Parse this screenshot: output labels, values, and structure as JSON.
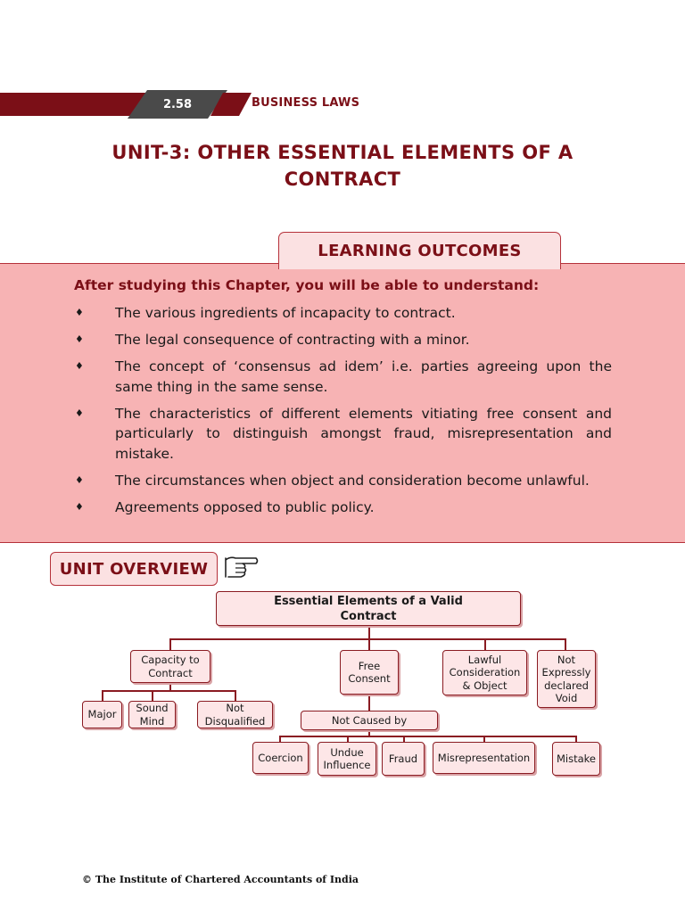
{
  "header": {
    "page_number": "2.58",
    "section": "BUSINESS LAWS"
  },
  "unit_title": {
    "line1": "UNIT-3: OTHER ESSENTIAL ELEMENTS OF A",
    "line2": "CONTRACT"
  },
  "learning_outcomes": {
    "heading": "LEARNING OUTCOMES",
    "intro": "After studying this Chapter, you will be able to understand:",
    "bullet": "♦",
    "items": [
      "The various ingredients of incapacity to contract.",
      "The legal consequence of contracting with a minor.",
      "The concept of ‘consensus ad idem’ i.e. parties agreeing upon the same thing in the same sense.",
      "The characteristics of different elements vitiating free consent and particularly to distinguish amongst fraud, misrepresentation and mistake.",
      "The circumstances when object and consideration become unlawful.",
      "Agreements opposed to public policy."
    ]
  },
  "unit_overview": {
    "heading": "UNIT OVERVIEW",
    "icon": "pointing-hand-icon"
  },
  "diagram": {
    "root": "Essential Elements of a Valid Contract",
    "capacity": "Capacity to Contract",
    "free_consent": "Free Consent",
    "lawful": "Lawful Consideration & Object",
    "not_void": "Not Expressly declared Void",
    "major": "Major",
    "sound_mind": "Sound Mind",
    "not_disqualified": "Not Disqualified",
    "not_caused_by": "Not Caused by",
    "coercion": "Coercion",
    "undue_influence": "Undue Influence",
    "fraud": "Fraud",
    "misrepresentation": "Misrepresentation",
    "mistake": "Mistake"
  },
  "footer": "© The Institute of Chartered Accountants of India",
  "colors": {
    "maroon": "#7b0f17",
    "pink_box": "#f7b3b4",
    "light_pink": "#fde6e7",
    "grey_tab": "#4a4a4a"
  }
}
